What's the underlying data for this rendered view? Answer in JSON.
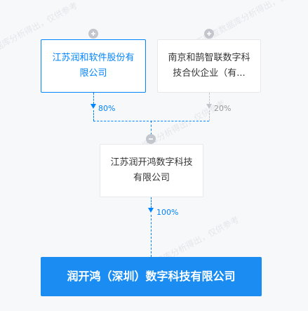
{
  "shareholders": [
    {
      "name": "江苏润和软件股份有限公司",
      "percent": "80%"
    },
    {
      "name": "南京和鹄智联数字科技合伙企业（有...",
      "percent": "20%"
    }
  ],
  "intermediate": {
    "name": "江苏润开鸿数字科技有限公司",
    "percent": "100%"
  },
  "target": {
    "name": "润开鸿（深圳）数字科技有限公司"
  },
  "watermark": "天眼查数据库分析得出，仅供参考",
  "colors": {
    "accent": "#0084ff",
    "target_bg": "#1b8df2",
    "toggle": "#c3c6cc"
  }
}
